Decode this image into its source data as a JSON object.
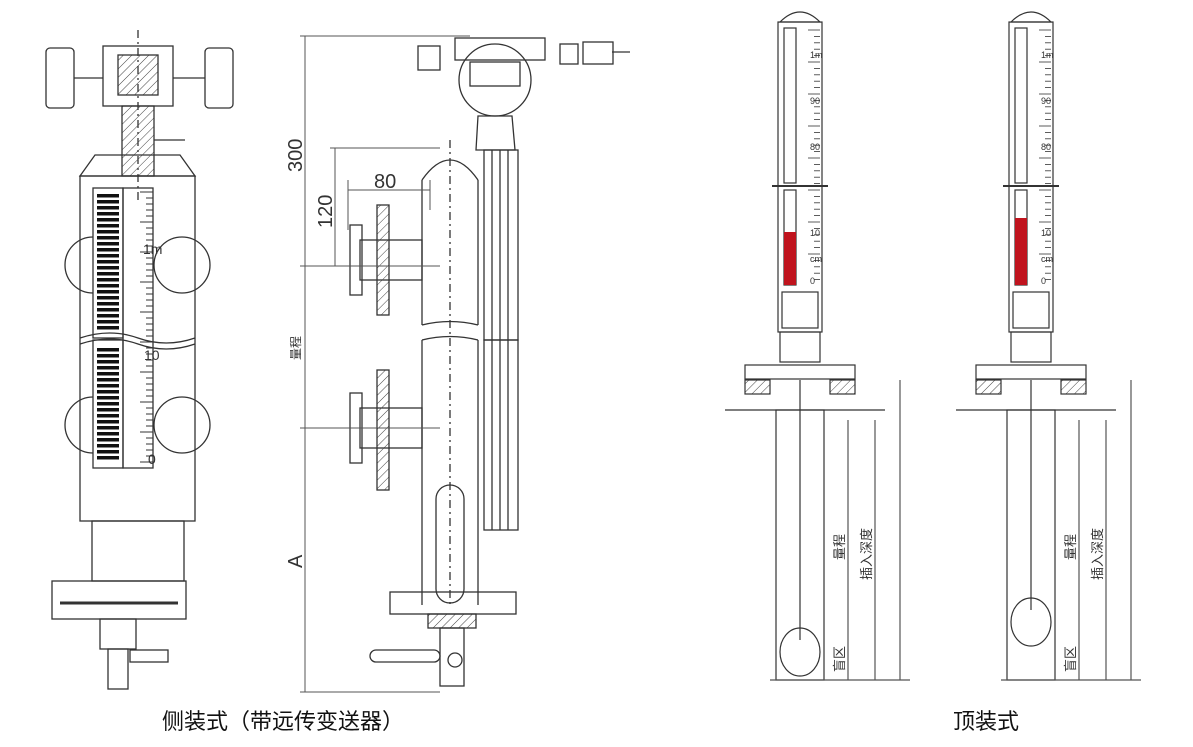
{
  "side_mount": {
    "caption": "侧装式（带远传变送器）",
    "dim_300": "300",
    "dim_120": "120",
    "dim_80": "80",
    "dim_range": "量程",
    "dim_A": "A",
    "scale_1m": "1m",
    "scale_10": "10",
    "scale_0": "0"
  },
  "top_mount": {
    "caption": "顶装式",
    "range_label": "量程",
    "insert_depth_label": "插入深度",
    "blind_zone_label": "盲区",
    "scale_labels": [
      "1m",
      "90",
      "80",
      "10",
      "cm",
      "0"
    ]
  },
  "colors": {
    "line": "#333333",
    "indicator_red": "#c0141e",
    "dim_line": "#555555"
  }
}
